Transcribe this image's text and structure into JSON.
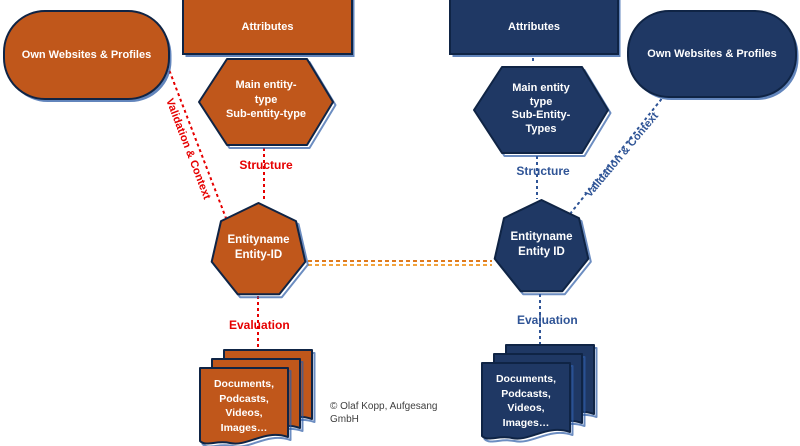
{
  "colors": {
    "orange": "#C0571B",
    "dark_blue": "#1F3864",
    "border_navy": "#0F2445",
    "glow_blue": "#2E5CA6",
    "red": "#E60000",
    "label_blue": "#2F5496",
    "connector_orange": "#DF7A1E",
    "connector_amber": "#F2A33C",
    "text_white": "#FFFFFF",
    "copyright_gray": "#3F3F3F"
  },
  "left": {
    "own_websites_label": "Own Websites & Profiles",
    "attributes_label": "Attributes",
    "entity_type_lines": [
      "Main entity-",
      "type",
      "Sub-entity-type"
    ],
    "entity_lines": [
      "Entityname",
      "Entity-ID"
    ],
    "document_lines": [
      "Documents,",
      "Podcasts,",
      "Videos,",
      "Images…"
    ],
    "structure_label": "Structure",
    "evaluation_label": "Evaluation",
    "validation_label": "Validation & Context"
  },
  "right": {
    "own_websites_label": "Own Websites & Profiles",
    "attributes_label": "Attributes",
    "entity_type_lines": [
      "Main entity",
      "type",
      "Sub-Entity-",
      "Types"
    ],
    "entity_lines": [
      "Entityname",
      "Entity ID"
    ],
    "document_lines": [
      "Documents,",
      "Podcasts,",
      "Videos,",
      "Images…"
    ],
    "structure_label": "Structure",
    "evaluation_label": "Evaluation",
    "validation_label": "Validation & Context"
  },
  "footer": {
    "copyright": "© Olaf Kopp, Aufgesang GmbH"
  }
}
